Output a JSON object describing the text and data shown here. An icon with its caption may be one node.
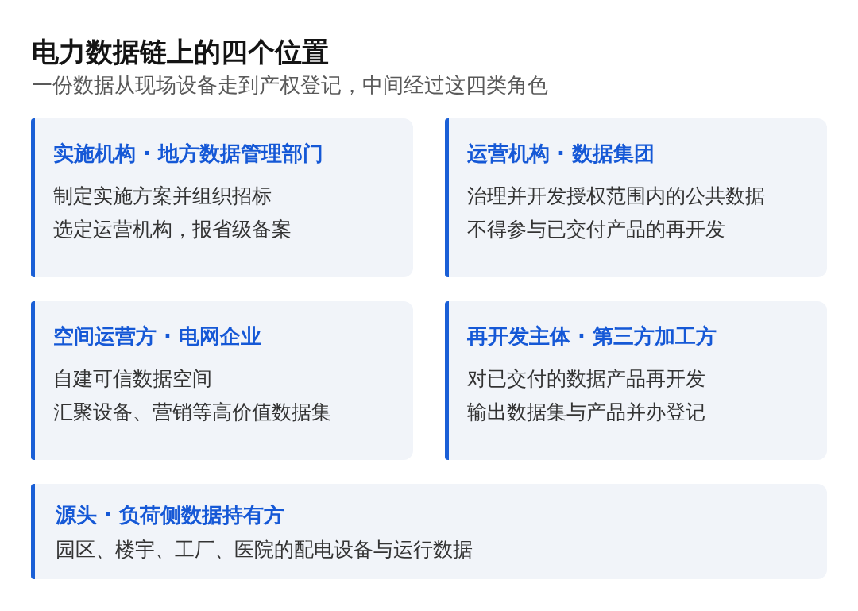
{
  "diagram": {
    "title": "电力数据链上的四个位置",
    "nodes": [
      {
        "text": [
          "实施机构 · 地方数据管理部门",
          "制定实施方案并组织招标",
          "选定运营机构，报省级备案"
        ]
      },
      {
        "text": [
          "运营机构 · 数据集团",
          "治理并开发授权范围内的公共数据",
          "不得参与已交付产品的再开发"
        ]
      },
      {
        "text": [
          "空间运营方 · 电网企业",
          "自建可信数据空间",
          "汇聚设备、营销等高价值数据集"
        ]
      },
      {
        "text": [
          "再开发主体 · 第三方加工方",
          "对已交付的数据产品再开发",
          "输出数据集与产品并办登记"
        ]
      },
      {
        "text": [
          "源头 · 负荷侧数据持有方",
          "园区、楼宇、工厂、医院的配电设备与运行数据"
        ]
      }
    ],
    "labels": [
      "一份数据从现场设备走到产权登记，中间经过这四类角色"
    ]
  }
}
